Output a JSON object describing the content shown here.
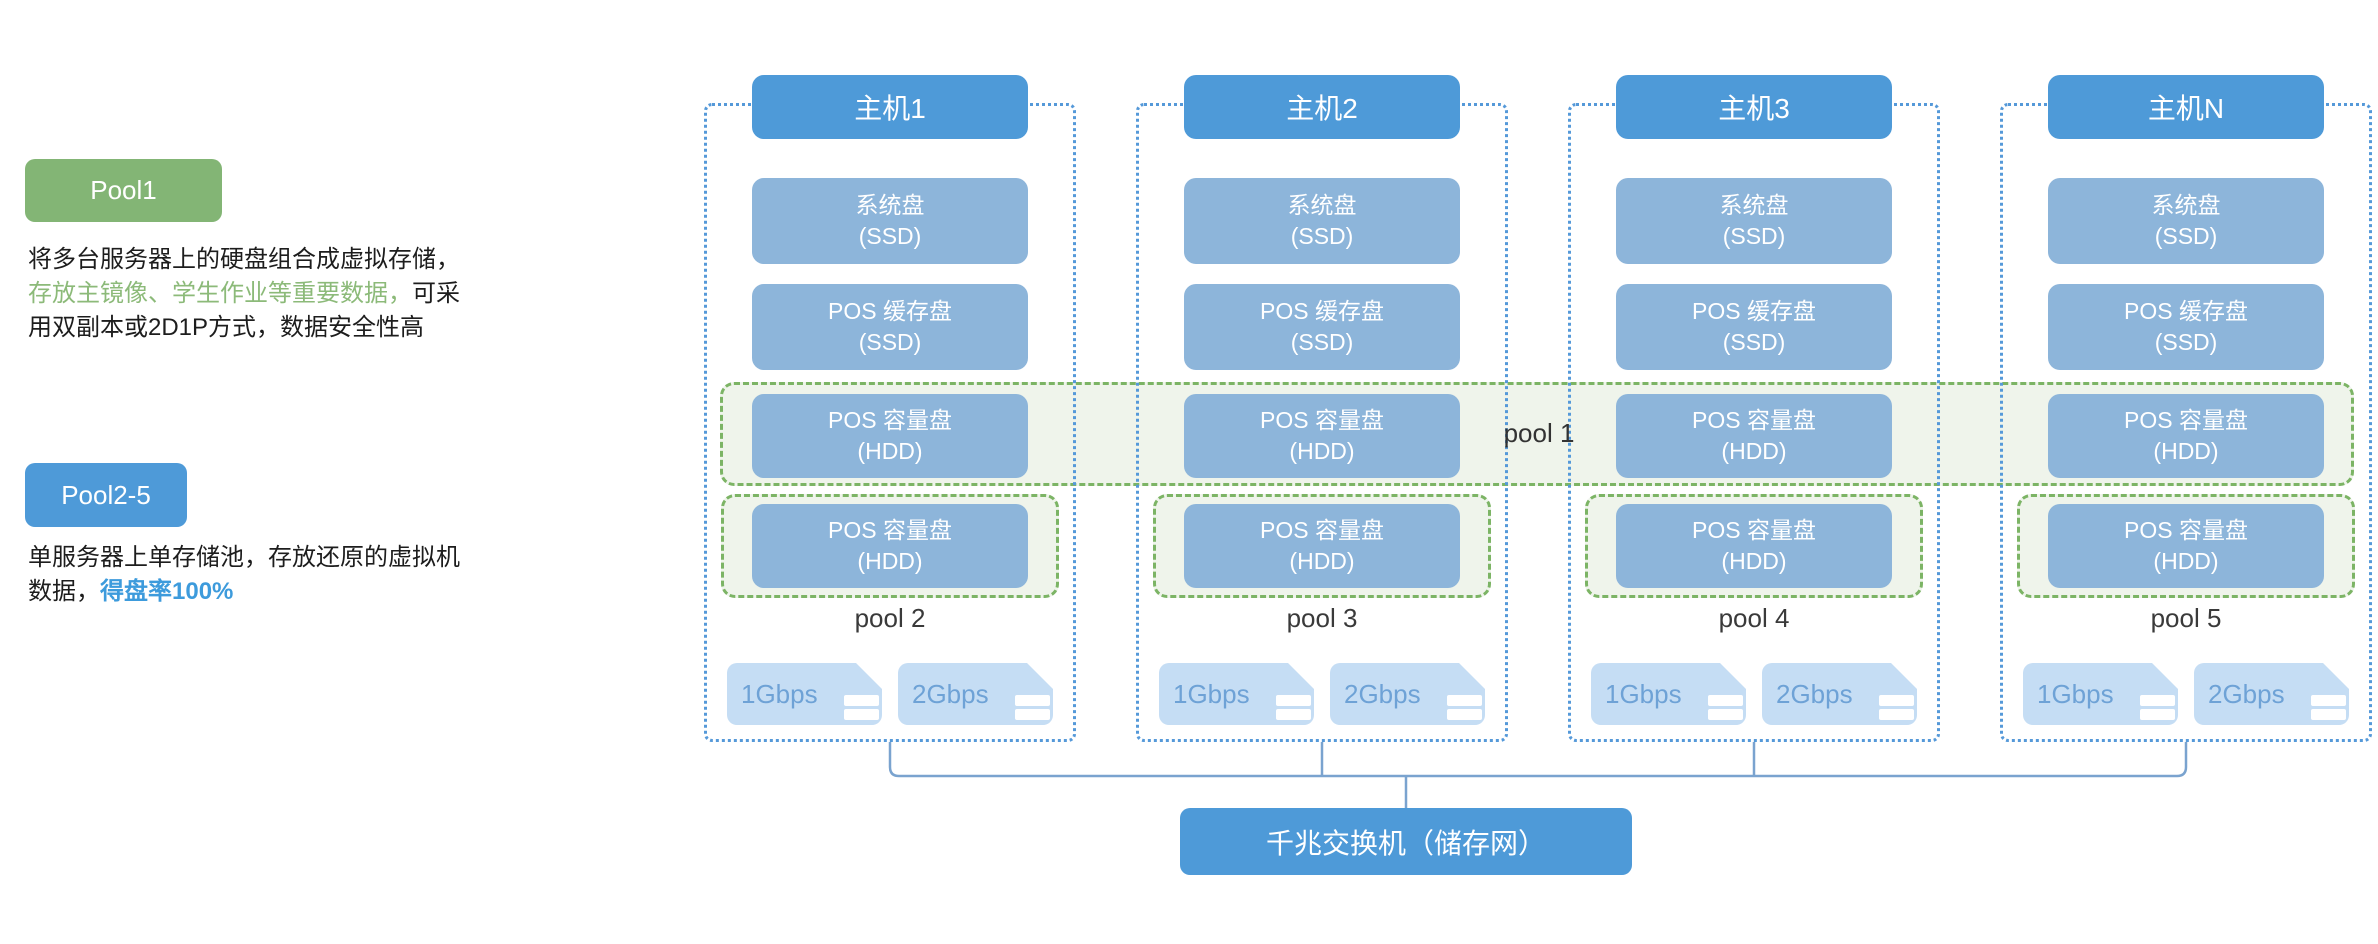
{
  "palette": {
    "host_blue": "#4e9ad8",
    "disk_blue": "#8db5da",
    "nic_fill": "#c5ddf4",
    "nic_text": "#6ea2d6",
    "column_dotted_blue": "#5599d9",
    "pool_dash_green": "#7cb465",
    "pool_fill_green": "#eff4eb",
    "badge_green": "#83b575",
    "badge_blue": "#4e9ad8",
    "highlight_green_text": "#8cba79",
    "highlight_blue_text": "#3d9bdc",
    "connector_line": "#7aa3cf"
  },
  "left_panel": {
    "pool1_badge": "Pool1",
    "pool1_line1": "将多台服务器上的硬盘组合成虚拟存储，",
    "pool1_line2_green": "存放主镜像、学生作业等重要数据，",
    "pool1_line2_rest": "可采",
    "pool1_line3": "用双副本或2D1P方式，数据安全性高",
    "pool25_badge": "Pool2-5",
    "pool25_line1": "单服务器上单存储池，存放还原的虚拟机",
    "pool25_line2_prefix": "数据，",
    "pool25_line2_blue": "得盘率100%"
  },
  "hosts": [
    {
      "title": "主机1",
      "pool_label": "pool 2"
    },
    {
      "title": "主机2",
      "pool_label": "pool 3"
    },
    {
      "title": "主机3",
      "pool_label": "pool 4"
    },
    {
      "title": "主机N",
      "pool_label": "pool 5"
    }
  ],
  "disks": {
    "system_line1": "系统盘",
    "system_line2": "(SSD)",
    "cache_line1": "POS 缓存盘",
    "cache_line2": "(SSD)",
    "capacity_line1": "POS 容量盘",
    "capacity_line2": "(HDD)"
  },
  "nics": {
    "speed_a": "1Gbps",
    "speed_b": "2Gbps"
  },
  "pool1_band_label": "pool 1",
  "switch_label": "千兆交换机（储存网）"
}
